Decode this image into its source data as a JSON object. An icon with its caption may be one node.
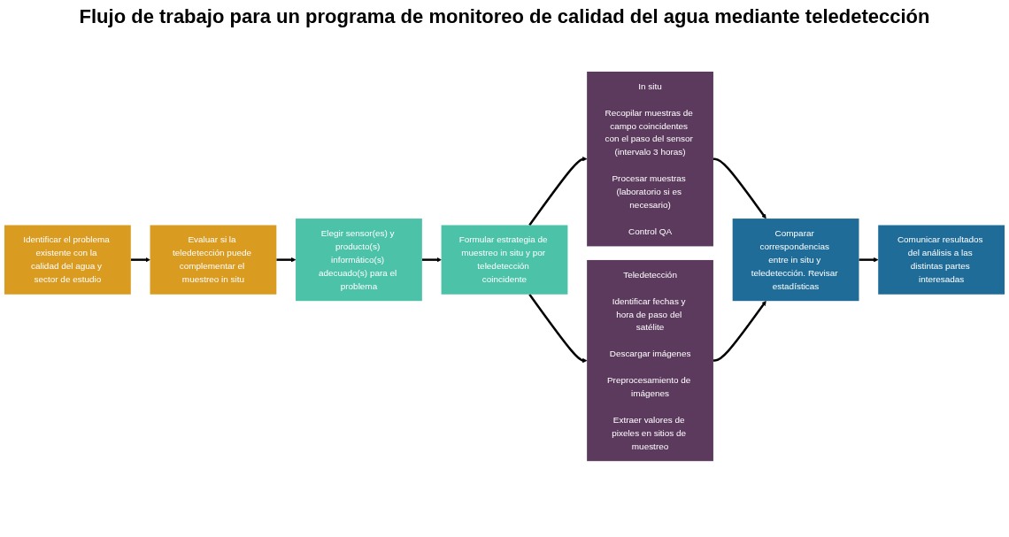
{
  "diagram": {
    "title": "Flujo de trabajo para un programa de monitoreo de calidad del agua mediante teledetección",
    "nodes": [
      {
        "text": [
          "Identificar el problema existente con la calidad del agua y sector de estudio"
        ]
      },
      {
        "text": [
          "Evaluar si la teledetección puede complementar el muestreo in situ"
        ]
      },
      {
        "text": [
          "Elegir sensor(es) y producto(s) informático(s) adecuado(s) para el problema"
        ]
      },
      {
        "text": [
          "Formular estrategia de muestreo in situ y por teledetección coincidente"
        ]
      },
      {
        "text": [
          "In situ",
          "Recopilar muestras de campo coincidentes con el paso del sensor (intervalo 3 horas)",
          "Procesar muestras (laboratorio si es necesario)",
          "Control QA"
        ]
      },
      {
        "text": [
          "Teledetección",
          "Identificar fechas y hora de paso del satélite",
          "Descargar imágenes",
          "Preprocesamiento de imágenes",
          "Extraer valores de pixeles en sitios de muestreo"
        ]
      },
      {
        "text": [
          "Comparar correspondencias entre in situ y teledetección. Revisar estadísticas"
        ]
      },
      {
        "text": [
          "Comunicar resultados del análisis a las distintas partes interesadas"
        ]
      }
    ],
    "edges": [
      {
        "from": 0,
        "to": 1,
        "arrow": "to"
      },
      {
        "from": 1,
        "to": 2,
        "arrow": "to"
      },
      {
        "from": 2,
        "to": 3,
        "arrow": "to"
      },
      {
        "from": 3,
        "to": 4,
        "arrow": "to"
      },
      {
        "from": 3,
        "to": 5,
        "arrow": "to"
      },
      {
        "from": 4,
        "to": 6,
        "arrow": "to"
      },
      {
        "from": 5,
        "to": 6,
        "arrow": "to"
      },
      {
        "from": 6,
        "to": 7,
        "arrow": "to"
      }
    ]
  }
}
